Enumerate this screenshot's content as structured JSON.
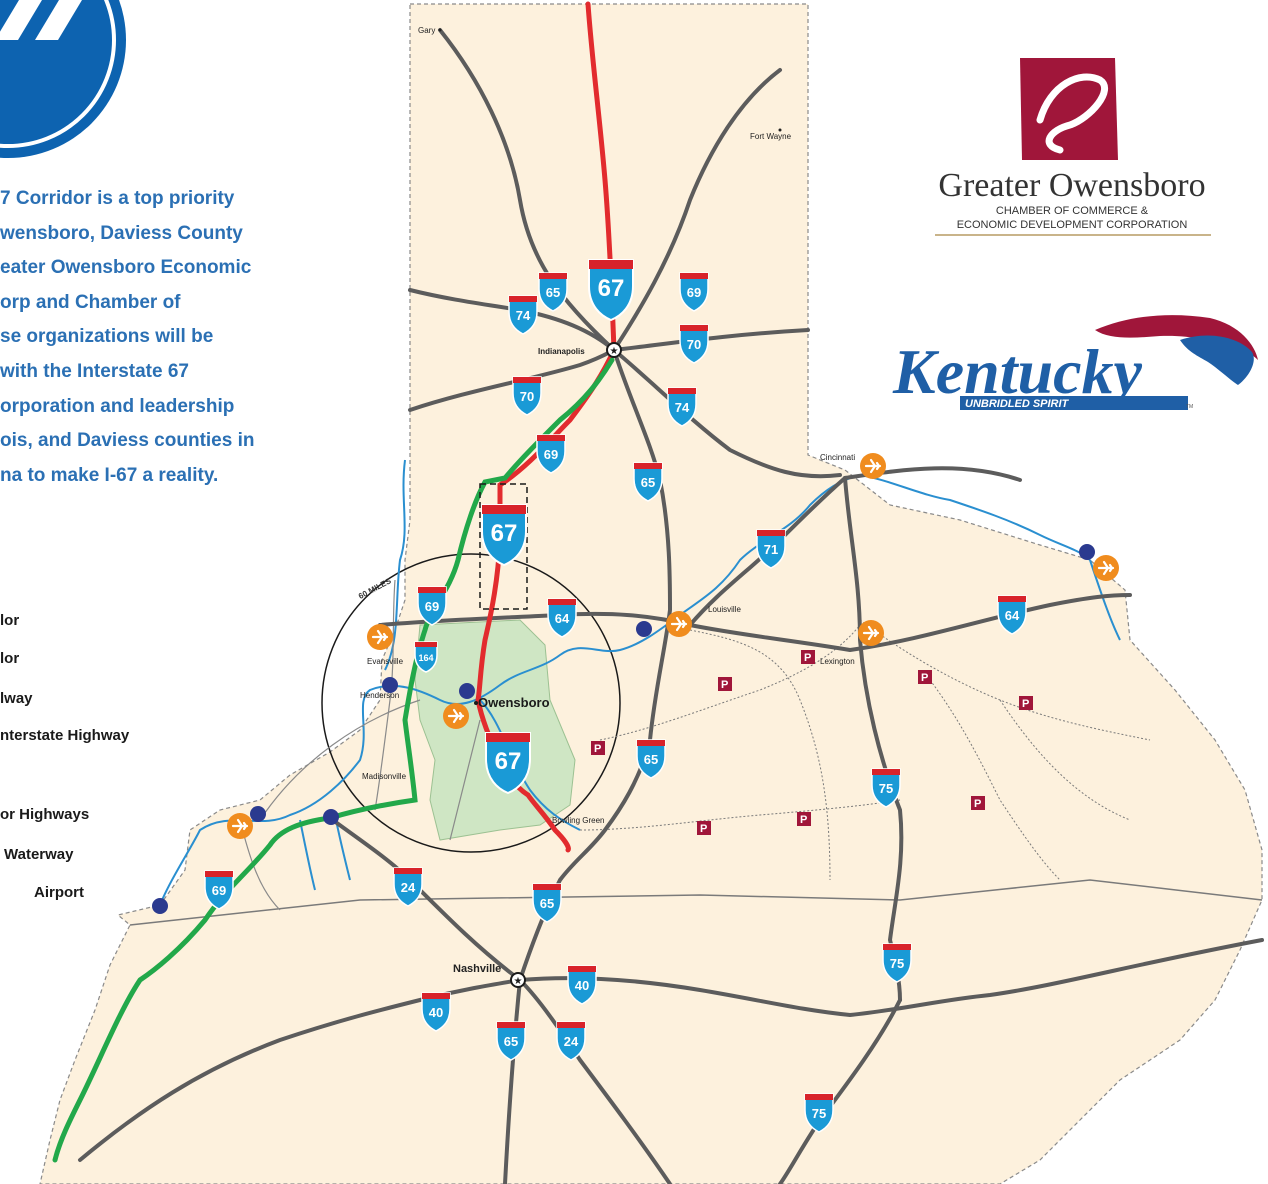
{
  "intro": {
    "lines": [
      "7 Corridor is a top priority",
      "wensboro, Daviess County",
      "eater Owensboro Economic",
      "orp and Chamber of",
      "se organizations will be",
      " with the Interstate 67",
      "orporation and leadership",
      "ois, and Daviess counties in",
      "na to make I-67 a reality."
    ]
  },
  "legend": [
    {
      "label": "lor"
    },
    {
      "label": "lor"
    },
    {
      "label": "lway"
    },
    {
      "label": "nterstate Highway"
    },
    {
      "label": "or Highways"
    },
    {
      "label": "Waterway"
    },
    {
      "label": "Airport"
    }
  ],
  "chamber": {
    "name": "Greater Owensboro",
    "line1": "CHAMBER OF COMMERCE &",
    "line2": "ECONOMIC DEVELOPMENT CORPORATION",
    "color": "#a0163a"
  },
  "kentucky": {
    "name": "Kentucky",
    "tagline": "UNBRIDLED SPIRIT",
    "mark": "TM",
    "color": "#1f5fa6"
  },
  "radius_label": "60 MILES",
  "cities": {
    "gary": "Gary",
    "fortwayne": "Fort Wayne",
    "indianapolis": "Indianapolis",
    "cincinnati": "Cincinnati",
    "louisville": "Louisville",
    "lexington": "Lexington",
    "evansville": "Evansville",
    "henderson": "Henderson",
    "owensboro": "Owensboro",
    "madisonville": "Madisonville",
    "bowlinggreen": "Bowling Green",
    "nashville": "Nashville"
  },
  "shields": {
    "i67_north": "67",
    "i67_mid": "67",
    "i67_south": "67",
    "i69_a": "69",
    "i69_b": "69",
    "i69_c": "69",
    "i69_d": "69",
    "i65_a": "65",
    "i65_b": "65",
    "i65_c": "65",
    "i65_d": "65",
    "i65_e": "65",
    "i74_a": "74",
    "i74_b": "74",
    "i70_a": "70",
    "i70_b": "70",
    "i40_a": "40",
    "i40_b": "40",
    "i24_a": "24",
    "i24_b": "24",
    "i75_a": "75",
    "i75_b": "75",
    "i75_c": "75",
    "i71": "71",
    "i64_a": "64",
    "i64_b": "64",
    "i164": "164"
  },
  "park_label": "P",
  "colors": {
    "land": "#fdf1dd",
    "water": "#2a8fd0",
    "interstate": "#5c5c5c",
    "corridor_67": "#e22b2e",
    "corridor_69": "#22a84a",
    "shield": "#1a9ad6",
    "shield_top": "#d8232a",
    "airport": "#f08c1e",
    "port": "#2b3a8f",
    "region": "#cfe6c4",
    "park": "#a0163a",
    "intro_text": "#2b70b4",
    "logo_blue": "#0d63b0"
  }
}
